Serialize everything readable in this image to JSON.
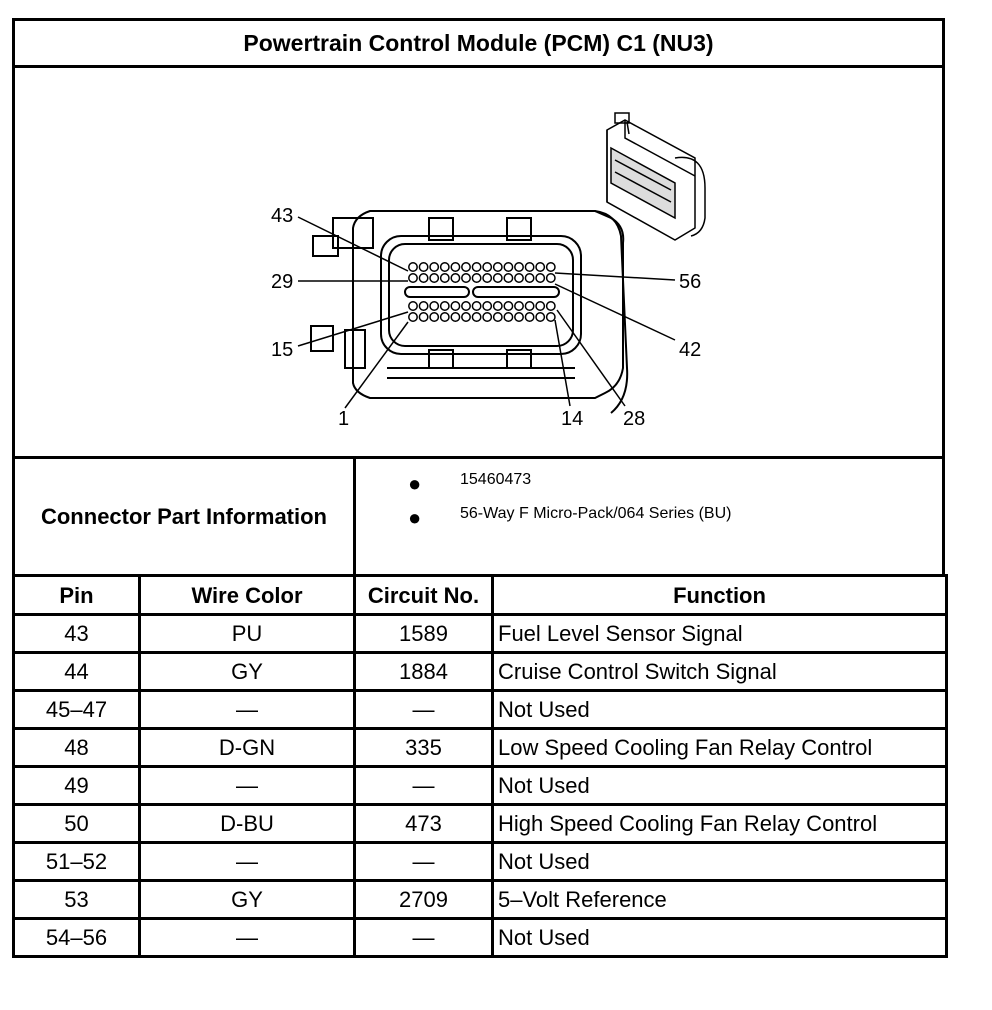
{
  "title": "Powertrain Control Module (PCM) C1 (NU3)",
  "diagram": {
    "callouts": {
      "pin_43": "43",
      "pin_29": "29",
      "pin_15": "15",
      "pin_1": "1",
      "pin_56": "56",
      "pin_42": "42",
      "pin_14": "14",
      "pin_28": "28"
    }
  },
  "connector_info": {
    "label": "Connector Part Information",
    "items": [
      "15460473",
      "56-Way F Micro-Pack/064 Series (BU)"
    ]
  },
  "table": {
    "headers": [
      "Pin",
      "Wire Color",
      "Circuit No.",
      "Function"
    ],
    "rows": [
      {
        "pin": "43",
        "wire_color": "PU",
        "circuit": "1589",
        "function": "Fuel Level Sensor Signal"
      },
      {
        "pin": "44",
        "wire_color": "GY",
        "circuit": "1884",
        "function": "Cruise Control Switch Signal"
      },
      {
        "pin": "45–47",
        "wire_color": "—",
        "circuit": "—",
        "function": "Not Used"
      },
      {
        "pin": "48",
        "wire_color": "D-GN",
        "circuit": "335",
        "function": "Low Speed Cooling Fan Relay Control"
      },
      {
        "pin": "49",
        "wire_color": "—",
        "circuit": "—",
        "function": "Not Used"
      },
      {
        "pin": "50",
        "wire_color": "D-BU",
        "circuit": "473",
        "function": "High Speed Cooling Fan Relay Control"
      },
      {
        "pin": "51–52",
        "wire_color": "—",
        "circuit": "—",
        "function": "Not Used"
      },
      {
        "pin": "53",
        "wire_color": "GY",
        "circuit": "2709",
        "function": "5–Volt Reference"
      },
      {
        "pin": "54–56",
        "wire_color": "—",
        "circuit": "—",
        "function": "Not Used"
      }
    ]
  }
}
